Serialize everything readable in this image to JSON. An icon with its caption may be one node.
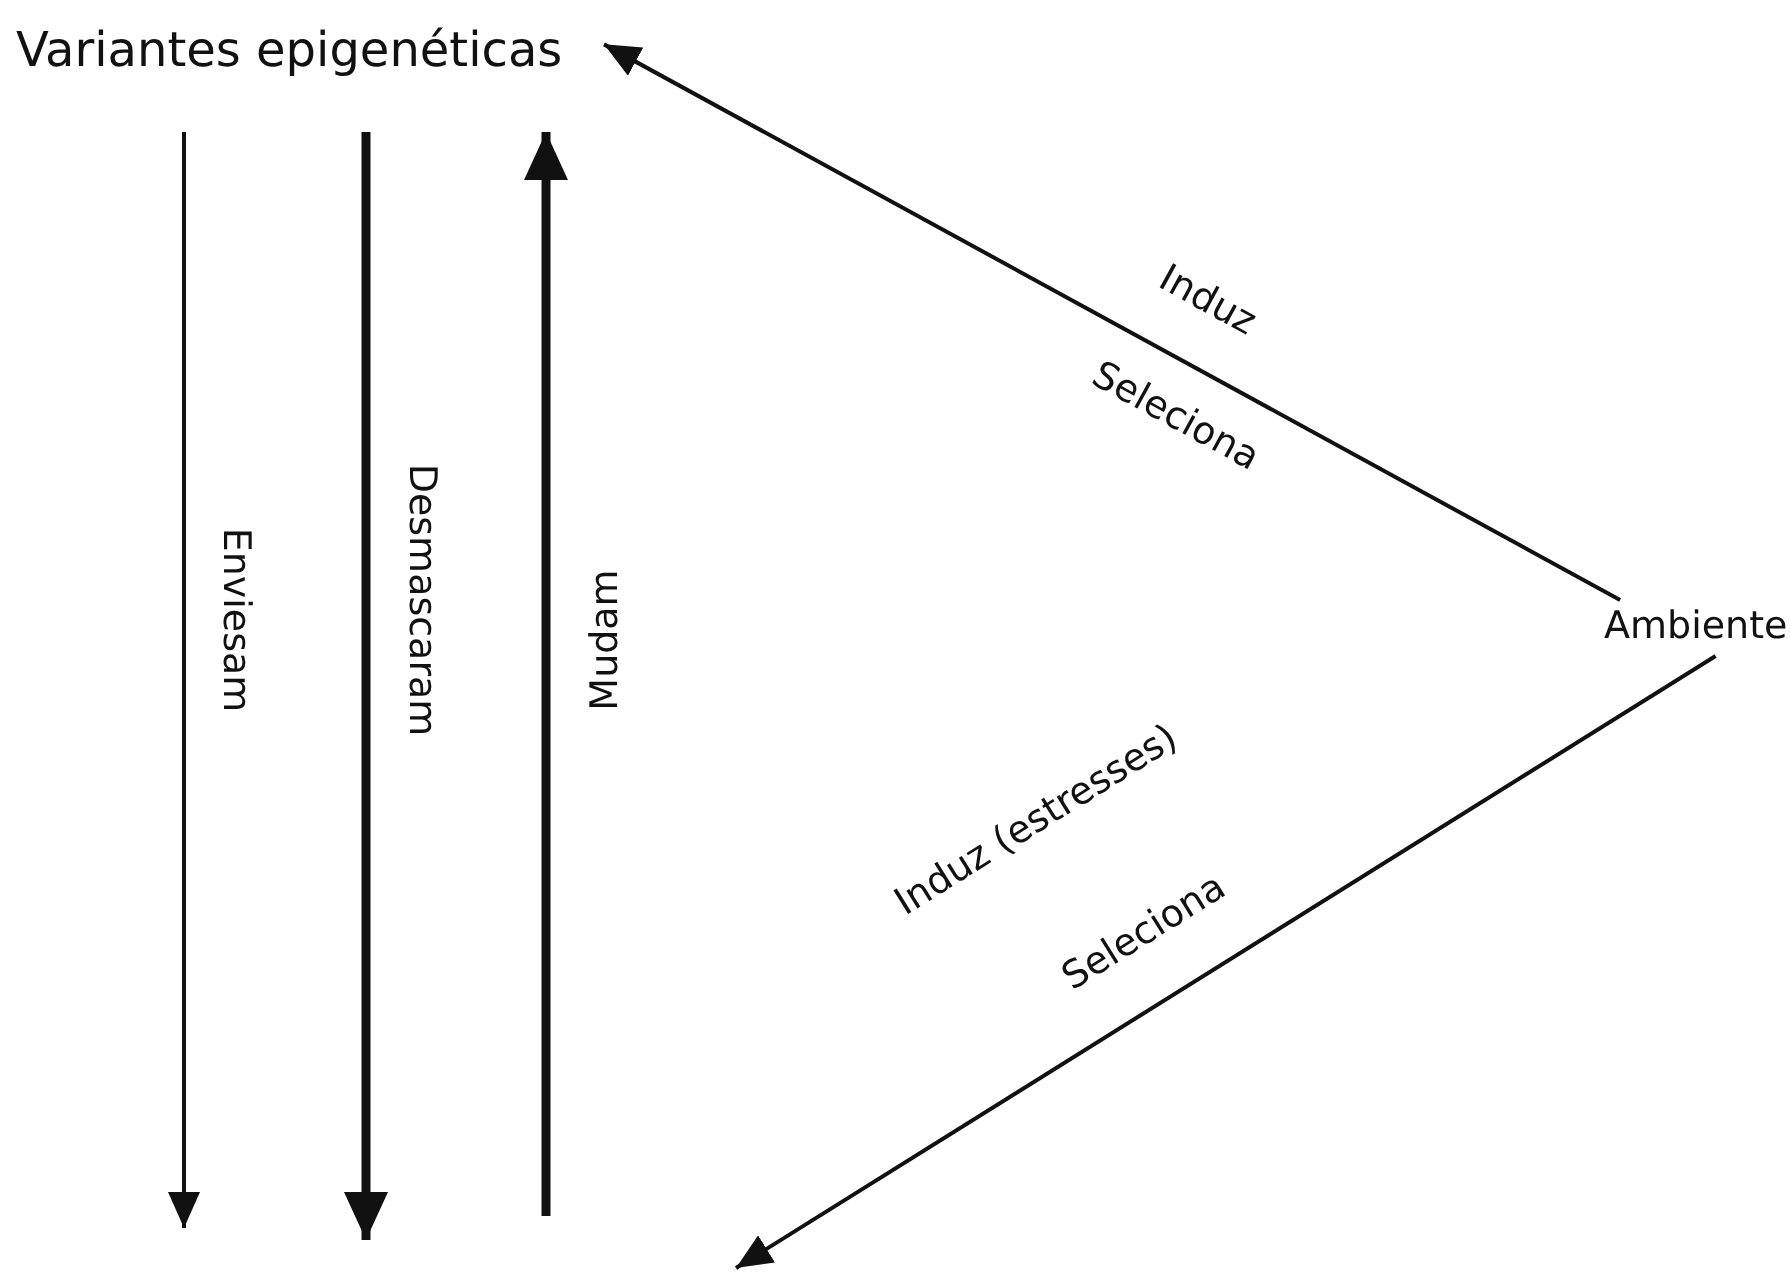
{
  "diagram": {
    "nodes": [
      {
        "text": [
          "Variantes epigenéticas"
        ]
      },
      {
        "text": [
          "Ambiente"
        ]
      }
    ],
    "edges": [
      {
        "from": 0,
        "to": null,
        "arrow": "to",
        "label": "Enviesam"
      },
      {
        "from": 0,
        "to": null,
        "arrow": "to",
        "label": "Desmascaram",
        "style": "thick"
      },
      {
        "from": null,
        "to": 0,
        "arrow": "to",
        "label": "Mudam",
        "style": "thick"
      },
      {
        "from": 1,
        "to": 0,
        "arrow": "to",
        "label": "Induz"
      },
      {
        "from": 1,
        "to": null,
        "arrow": "to",
        "label": "Induz (estresses)"
      }
    ],
    "labels": [
      "Seleciona",
      "Seleciona"
    ]
  }
}
